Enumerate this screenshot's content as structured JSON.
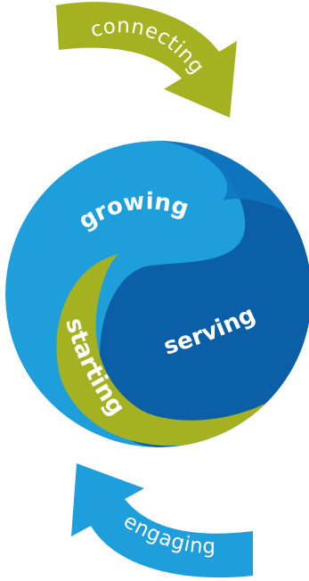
{
  "colors": {
    "olive": "#a4b222",
    "light_blue": "#1e9fdc",
    "mid_blue": "#0e77c0",
    "dark_blue": "#0a5fa6",
    "text": "#ffffff"
  },
  "arrows": {
    "top": {
      "label": "connecting",
      "color": "#a4b222"
    },
    "bottom": {
      "label": "engaging",
      "color": "#1e9fdc"
    }
  },
  "stages": [
    {
      "id": "growing",
      "label": "growing",
      "color": "#1e9fdc"
    },
    {
      "id": "serving",
      "label": "serving",
      "color": "#0a5fa6"
    },
    {
      "id": "starting",
      "label": "starting",
      "color": "#a4b222"
    }
  ]
}
